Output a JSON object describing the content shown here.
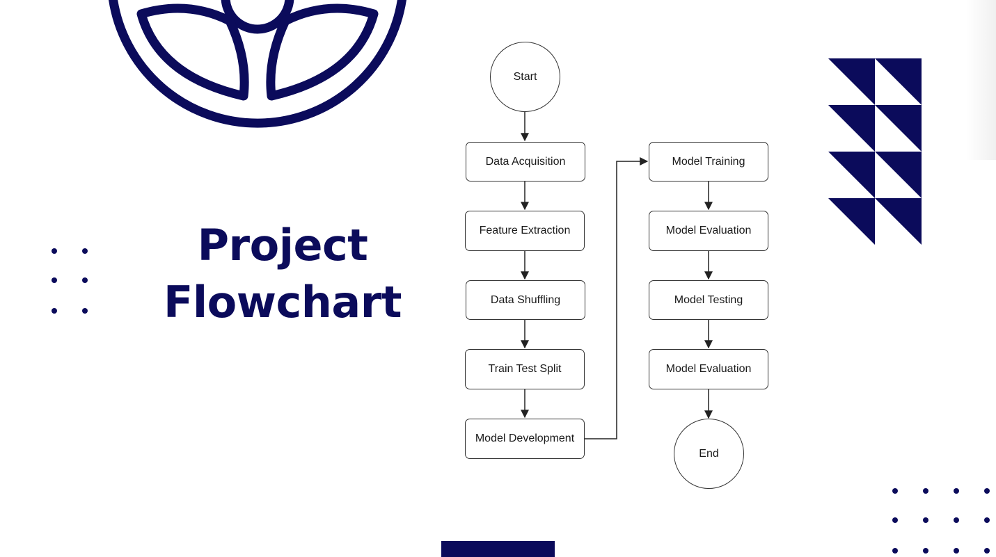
{
  "slide": {
    "title_line1": "Project",
    "title_line2": "Flowchart"
  },
  "colors": {
    "brand_navy": "#0b0b5b",
    "node_border": "#333333",
    "node_text": "#1a1a1a",
    "background": "#ffffff"
  },
  "flowchart": {
    "nodes": [
      {
        "id": "start",
        "shape": "circle",
        "label": "Start"
      },
      {
        "id": "data_acquisition",
        "shape": "rounded-rect",
        "label": "Data Acquisition"
      },
      {
        "id": "feature_extraction",
        "shape": "rounded-rect",
        "label": "Feature Extraction"
      },
      {
        "id": "data_shuffling",
        "shape": "rounded-rect",
        "label": "Data Shuffling"
      },
      {
        "id": "train_test_split",
        "shape": "rounded-rect",
        "label": "Train Test Split"
      },
      {
        "id": "model_development",
        "shape": "rounded-rect",
        "label": "Model Development"
      },
      {
        "id": "model_training",
        "shape": "rounded-rect",
        "label": "Model Training"
      },
      {
        "id": "model_evaluation_1",
        "shape": "rounded-rect",
        "label": "Model Evaluation"
      },
      {
        "id": "model_testing",
        "shape": "rounded-rect",
        "label": "Model Testing"
      },
      {
        "id": "model_evaluation_2",
        "shape": "rounded-rect",
        "label": "Model Evaluation"
      },
      {
        "id": "end",
        "shape": "circle",
        "label": "End"
      }
    ],
    "edges": [
      [
        "start",
        "data_acquisition"
      ],
      [
        "data_acquisition",
        "feature_extraction"
      ],
      [
        "feature_extraction",
        "data_shuffling"
      ],
      [
        "data_shuffling",
        "train_test_split"
      ],
      [
        "train_test_split",
        "model_development"
      ],
      [
        "model_development",
        "model_training"
      ],
      [
        "model_training",
        "model_evaluation_1"
      ],
      [
        "model_evaluation_1",
        "model_testing"
      ],
      [
        "model_testing",
        "model_evaluation_2"
      ],
      [
        "model_evaluation_2",
        "end"
      ]
    ]
  },
  "decorations": {
    "logo_icon": "leaf-circle-logo-icon",
    "triangle_pattern_icon": "triangle-pattern-icon",
    "dot_grid_icon": "dot-grid-icon",
    "bottom_bar": "accent-bar"
  }
}
